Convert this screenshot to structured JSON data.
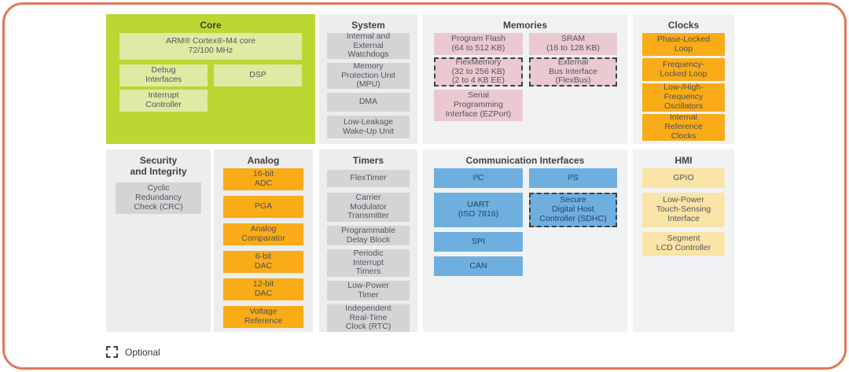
{
  "core": {
    "title": "Core",
    "blocks": [
      {
        "label": "ARM® Cortex®-M4 core\n72/100 MHz"
      },
      {
        "label": "Debug\nInterfaces"
      },
      {
        "label": "DSP"
      },
      {
        "label": "Interrupt\nController"
      }
    ]
  },
  "system": {
    "title": "System",
    "blocks": [
      {
        "label": "Internal and\nExternal\nWatchdogs"
      },
      {
        "label": "Memory\nProtection Unit\n(MPU)"
      },
      {
        "label": "DMA"
      },
      {
        "label": "Low-Leakage\nWake-Up Unit"
      }
    ]
  },
  "memories": {
    "title": "Memories",
    "blocks": [
      {
        "label": "Program Flash\n(64 to 512 KB)"
      },
      {
        "label": "FlexMemory\n(32 to 256 KB)\n(2 to 4 KB EE)",
        "optional": true
      },
      {
        "label": "Serial\nProgramming\nInterface (EZPort)"
      },
      {
        "label": "SRAM\n(16 to 128 KB)"
      },
      {
        "label": "External\nBus Interface\n(FlexBus)",
        "optional": true
      }
    ]
  },
  "clocks": {
    "title": "Clocks",
    "blocks": [
      {
        "label": "Phase-Locked\nLoop"
      },
      {
        "label": "Frequency-\nLocked Loop"
      },
      {
        "label": "Low-/High-\nFrequency\nOscillators"
      },
      {
        "label": "Internal\nReference\nClocks"
      }
    ]
  },
  "security": {
    "title": "Security\nand Integrity",
    "blocks": [
      {
        "label": "Cyclic\nRedundancy\nCheck (CRC)"
      }
    ]
  },
  "analog": {
    "title": "Analog",
    "blocks": [
      {
        "label": "16-bit\nADC"
      },
      {
        "label": "PGA"
      },
      {
        "label": "Analog\nComparator"
      },
      {
        "label": "6-bit\nDAC"
      },
      {
        "label": "12-bit\nDAC"
      },
      {
        "label": "Voltage\nReference"
      }
    ]
  },
  "timers": {
    "title": "Timers",
    "blocks": [
      {
        "label": "FlexTimer"
      },
      {
        "label": "Carrier\nModulator\nTransmitter"
      },
      {
        "label": "Programmable\nDelay Block"
      },
      {
        "label": "Periodic\nInterrupt\nTimers"
      },
      {
        "label": "Low-Power\nTimer"
      },
      {
        "label": "Independent\nReal-Time\nClock (RTC)"
      }
    ]
  },
  "comm": {
    "title": "Communication Interfaces",
    "blocks": [
      {
        "label": "I²C"
      },
      {
        "label": "UART\n(ISO 7816)"
      },
      {
        "label": "SPI"
      },
      {
        "label": "CAN"
      },
      {
        "label": "I²S"
      },
      {
        "label": "Secure\nDigital Host\nController (SDHC)",
        "optional": true
      }
    ]
  },
  "hmi": {
    "title": "HMI",
    "blocks": [
      {
        "label": "GPIO"
      },
      {
        "label": "Low-Power\nTouch-Sensing\nInterface"
      },
      {
        "label": "Segment\nLCD Controller"
      }
    ]
  },
  "legend": {
    "optional_label": "Optional"
  },
  "colors": {
    "border": "#e0775a",
    "core_panel": "#bdd631",
    "core_block": "#dfeaa4",
    "gray_block": "#d3d4d6",
    "pink_block": "#eac9d1",
    "orange_block": "#f9ac18",
    "blue_block": "#6fafdf",
    "cream_block": "#fbe4a7"
  }
}
